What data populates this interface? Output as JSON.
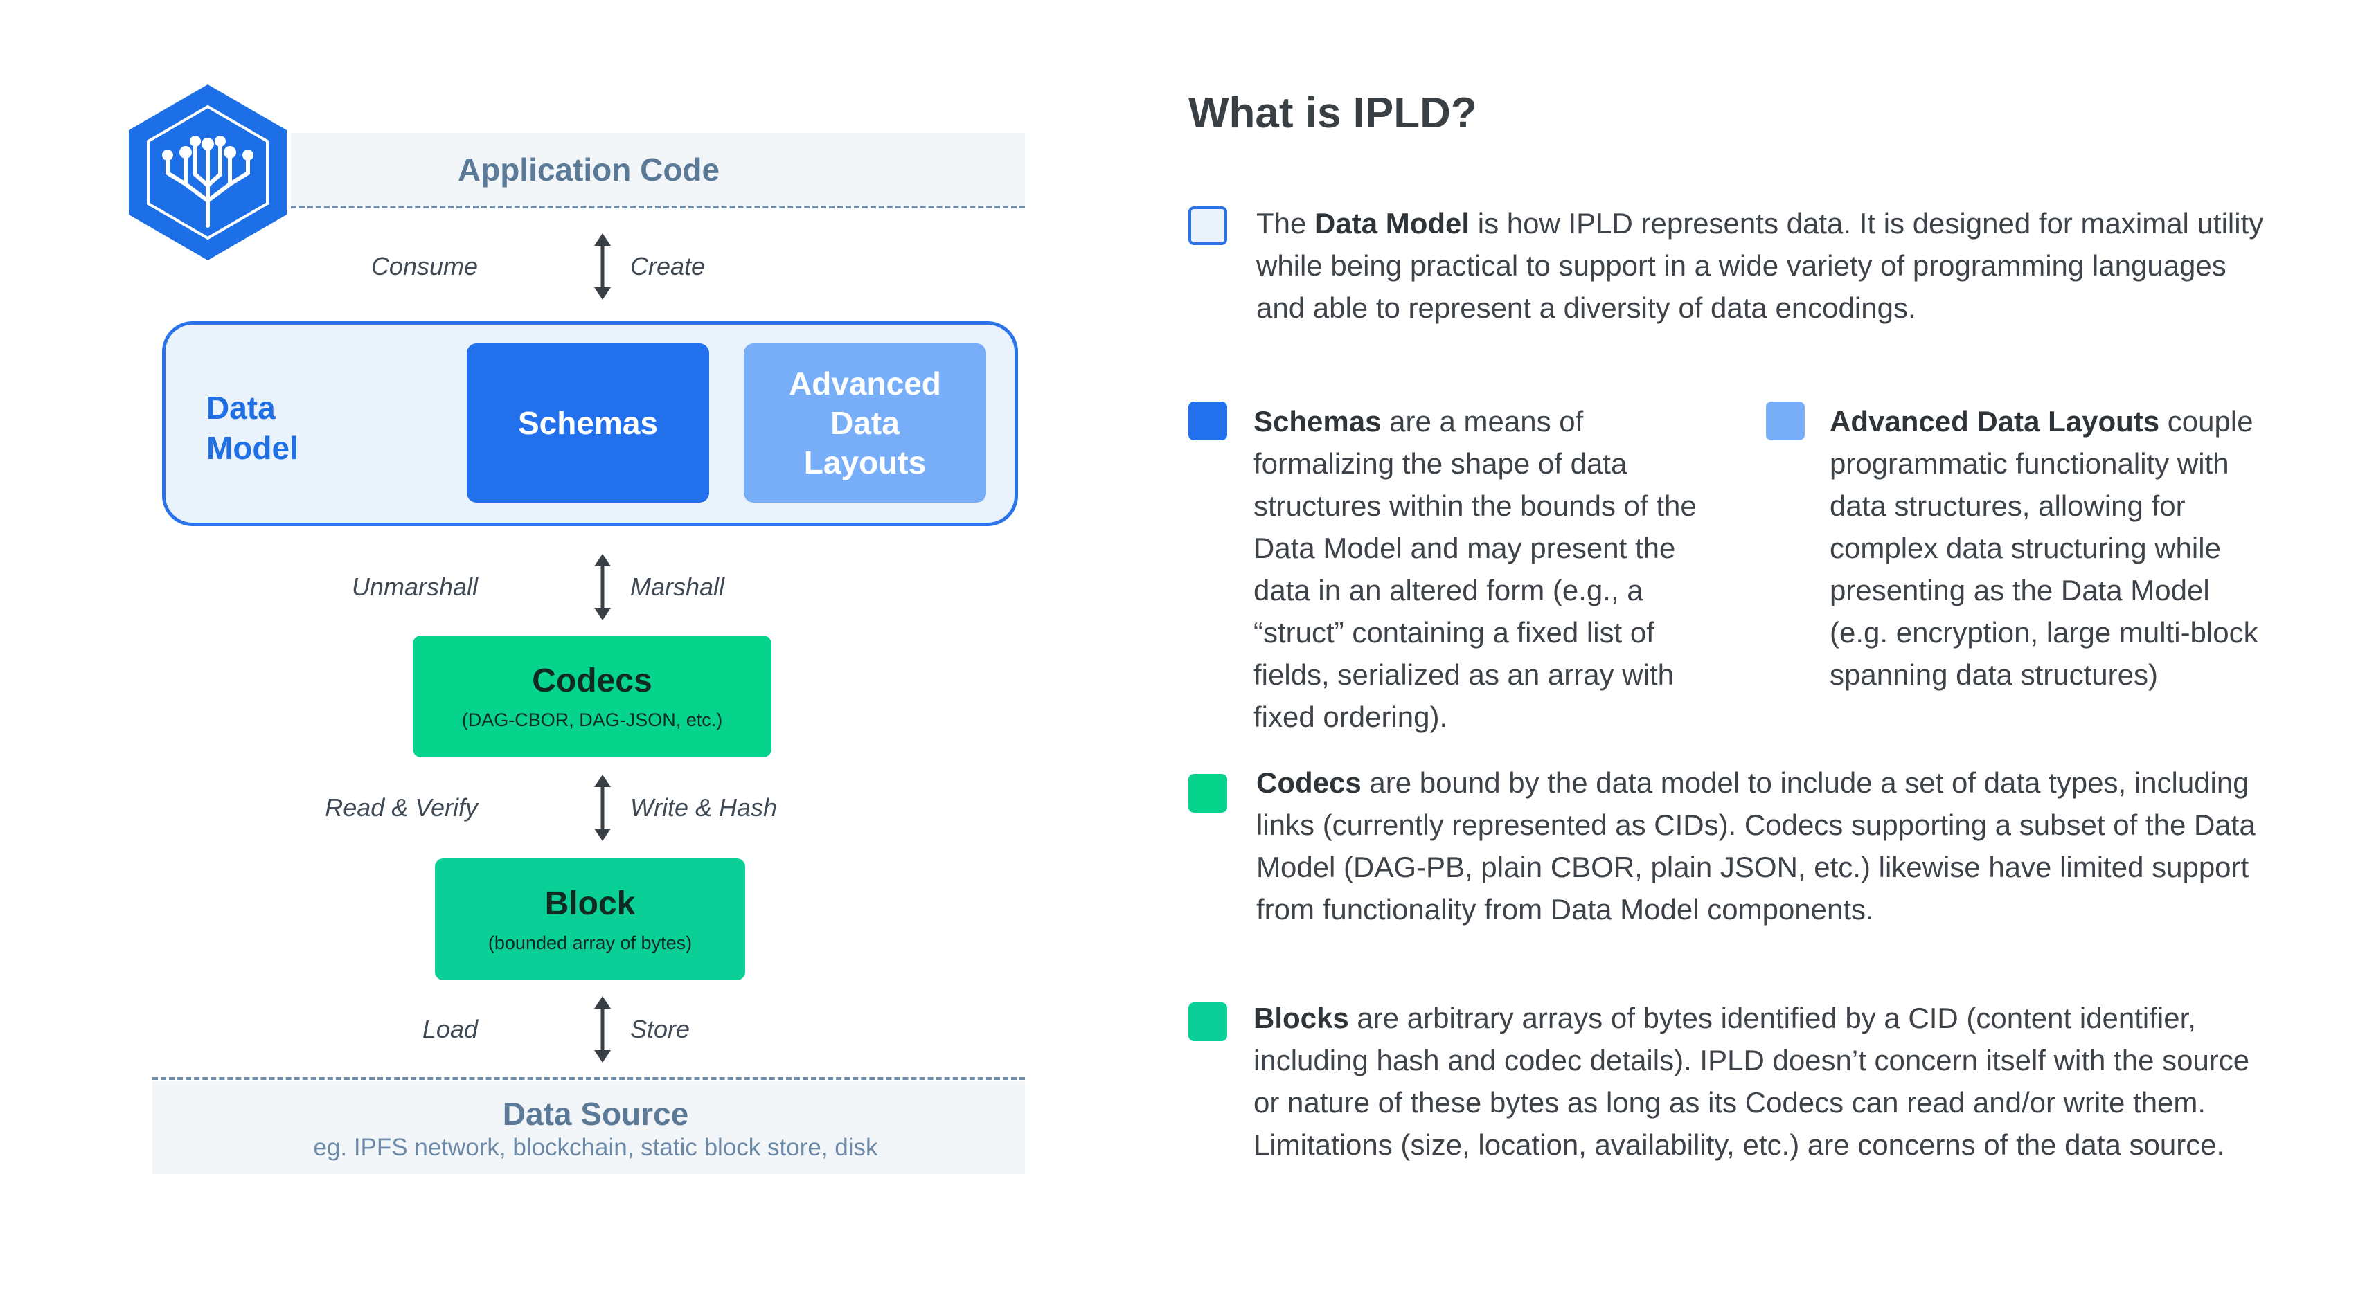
{
  "diagram": {
    "application_code": "Application Code",
    "arrows": {
      "consume": "Consume",
      "create": "Create",
      "unmarshall": "Unmarshall",
      "marshall": "Marshall",
      "read_verify": "Read & Verify",
      "write_hash": "Write & Hash",
      "load": "Load",
      "store": "Store"
    },
    "data_model": {
      "title_line1": "Data",
      "title_line2": "Model",
      "schemas": "Schemas",
      "adl_line1": "Advanced",
      "adl_line2": "Data",
      "adl_line3": "Layouts"
    },
    "codecs": {
      "title": "Codecs",
      "subtitle": "(DAG-CBOR, DAG-JSON, etc.)"
    },
    "block": {
      "title": "Block",
      "subtitle": "(bounded array of bytes)"
    },
    "data_source": {
      "title": "Data Source",
      "subtitle": "eg. IPFS network, blockchain, static block store, disk"
    }
  },
  "explainer": {
    "heading": "What is IPLD?",
    "data_model": {
      "pre": "The ",
      "term": "Data Model",
      "rest": " is how IPLD represents data. It is designed for maximal utility while being practical to support in a wide variety of programming  languages and able to represent a diversity of data encodings."
    },
    "schemas": {
      "term": "Schemas",
      "rest": " are a means of formalizing the shape of data structures within the bounds of the Data Model and may present the data in an altered form (e.g., a “struct” containing a fixed list of fields, serialized as an array with fixed ordering)."
    },
    "adl": {
      "term": "Advanced Data Layouts",
      "rest": " couple programmatic functionality with data structures, allowing for complex data structuring while presenting as the Data Model (e.g. encryption, large multi-block spanning data structures)"
    },
    "codecs": {
      "term": "Codecs",
      "rest": " are bound by the data model to include a set of data types, including  links (currently represented as CIDs). Codecs supporting a subset of the Data Model (DAG-PB, plain CBOR, plain JSON, etc.) likewise have limited support from functionality from Data Model components."
    },
    "blocks": {
      "term": "Blocks",
      "rest": " are arbitrary arrays of bytes identified by a CID (content identifier, including hash and codec details). IPLD doesn’t concern itself with the source or nature of these bytes as long as its Codecs can read and/or write them. Limitations (size, location, availability, etc.) are concerns of the data source."
    }
  },
  "colors": {
    "data_model_blue": "#2a73e8",
    "schemas_blue": "#2270eb",
    "adl_light_blue": "#77aef7",
    "codecs_green": "#06d48c",
    "block_green": "#0ad097",
    "band_label_slate": "#5b7a98"
  },
  "icons": {
    "logo": "ipld-hexagon-tree-logo",
    "arrow": "double-headed-vertical-arrow"
  }
}
